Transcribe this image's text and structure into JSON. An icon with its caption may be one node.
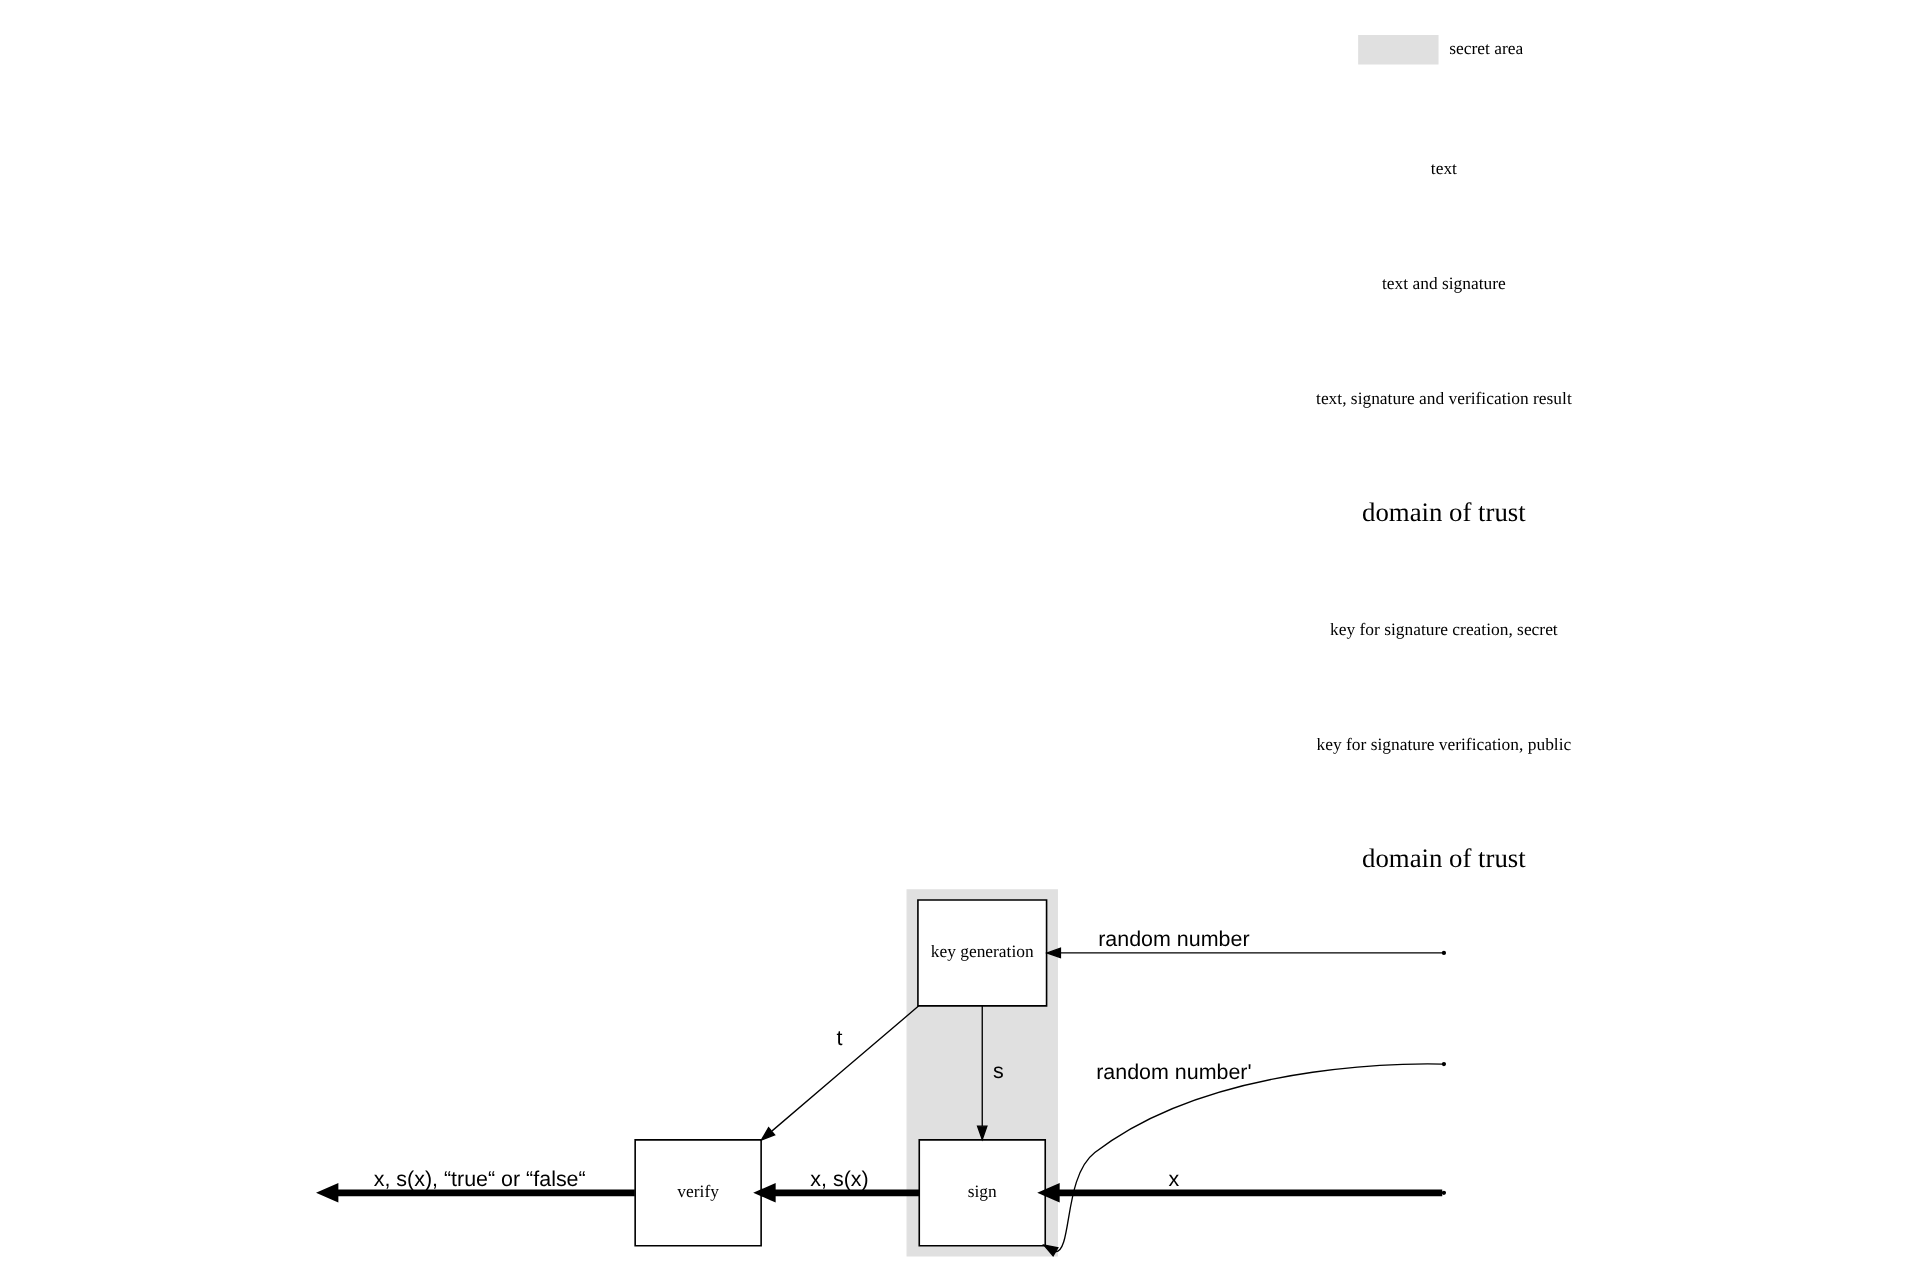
{
  "diagram": {
    "nodes": [
      {
        "text": [],
        "shape": "box"
      },
      {
        "text": [
          "key generation"
        ],
        "in": 0
      },
      {
        "text": [
          "sign"
        ],
        "in": 0
      },
      {
        "text": [
          "verify"
        ]
      }
    ],
    "edges": [
      {
        "from": null,
        "to": 1,
        "arrow": "to",
        "label": "random number"
      },
      {
        "from": 1,
        "to": 2,
        "arrow": "to",
        "label": "s"
      },
      {
        "from": 1,
        "to": 3,
        "arrow": "to",
        "label": "t"
      },
      {
        "from": null,
        "to": 2,
        "arrow": "to",
        "label": "random number'"
      },
      {
        "from": null,
        "to": 2,
        "arrow": "to",
        "label": "x",
        "style": "thick"
      },
      {
        "from": 2,
        "to": 3,
        "arrow": "to",
        "label": "x, s(x)",
        "style": "thick"
      },
      {
        "from": 3,
        "to": null,
        "arrow": "to",
        "label": "x, s(x), “true“ or “false“",
        "style": "thick"
      }
    ],
    "labels": [
      "domain of trust",
      "key for signature verification, public",
      "key for signature creation, secret",
      "domain of trust",
      "text, signature and verification result",
      "text and signature",
      "text"
    ],
    "legend": [
      {
        "text": "secret area",
        "color": "#e0e0e0"
      }
    ]
  }
}
